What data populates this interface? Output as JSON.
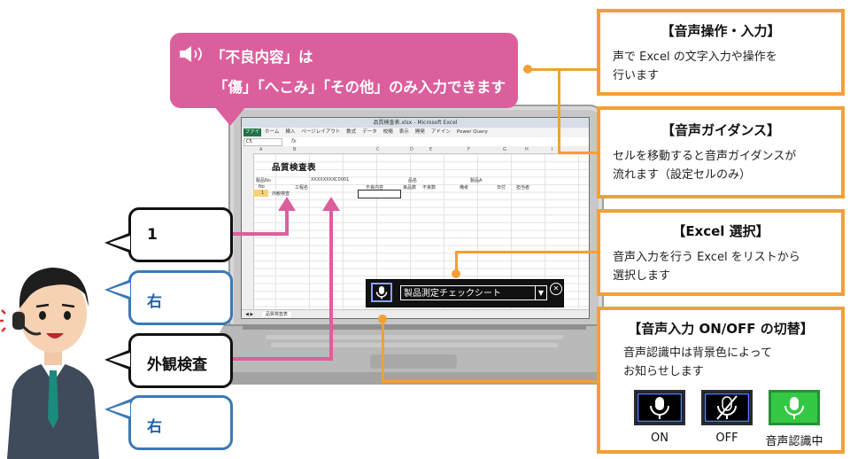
{
  "banner": {
    "line1": "「不良内容」は",
    "line2": "「傷」「へこみ」「その他」のみ入力できます",
    "speaker_icon": "speaker-icon"
  },
  "excel": {
    "window_title": "品質検査表.xlsx - Microsoft Excel",
    "file_tab": "ファイル",
    "tabs": [
      "ホーム",
      "挿入",
      "ページレイアウト",
      "数式",
      "データ",
      "校閲",
      "表示",
      "開発",
      "アドイン",
      "Power Query"
    ],
    "name_box": "C5",
    "fx": "fx",
    "columns": [
      "A",
      "B",
      "C",
      "D",
      "E",
      "F",
      "G",
      "H",
      "I"
    ],
    "sheet_title": "品質検査表",
    "row2": {
      "product_no_label": "製品No",
      "product_no": "XXXXXXXXC0001",
      "product_name_label": "品名",
      "product_name": "製品A"
    },
    "header_row": [
      "No",
      "工程名",
      "不良内容",
      "良品数",
      "不良数",
      "備考",
      "日付",
      "担当者"
    ],
    "row5": {
      "no": "1",
      "process": "外観検査"
    },
    "sheet_tab": "品質検査表"
  },
  "voice_bar": {
    "mic_icon": "microphone-icon",
    "selected_sheet": "製品測定チェックシート",
    "dropdown_icon": "chevron-down-icon",
    "close_icon": "close-icon"
  },
  "bubbles": [
    {
      "text": "1",
      "style": "black"
    },
    {
      "text": "右",
      "style": "blue"
    },
    {
      "text": "外観検査",
      "style": "black"
    },
    {
      "text": "右",
      "style": "blue"
    }
  ],
  "panels": {
    "voice_input": {
      "title": "【音声操作・入力】",
      "body": [
        "声で Excel の文字入力や操作を",
        "行います"
      ]
    },
    "voice_guidance": {
      "title": "【音声ガイダンス】",
      "body": [
        "セルを移動すると音声ガイダンスが",
        "流れます（設定セルのみ）"
      ]
    },
    "excel_select": {
      "title": "【Excel 選択】",
      "body": [
        "音声入力を行う Excel をリストから",
        "選択します"
      ]
    },
    "toggle": {
      "title": "【音声入力 ON/OFF の切替】",
      "body": [
        "音声認識中は背景色によって",
        "お知らせします"
      ],
      "states": [
        {
          "label": "ON",
          "state": "on"
        },
        {
          "label": "OFF",
          "state": "off"
        },
        {
          "label": "音声認識中",
          "state": "active"
        }
      ]
    }
  },
  "colors": {
    "accent_orange": "#f2a035",
    "banner_pink": "#dc5f9d",
    "bubble_blue": "#3b78b7",
    "recognizing_green": "#35c844",
    "excel_green": "#217346"
  }
}
